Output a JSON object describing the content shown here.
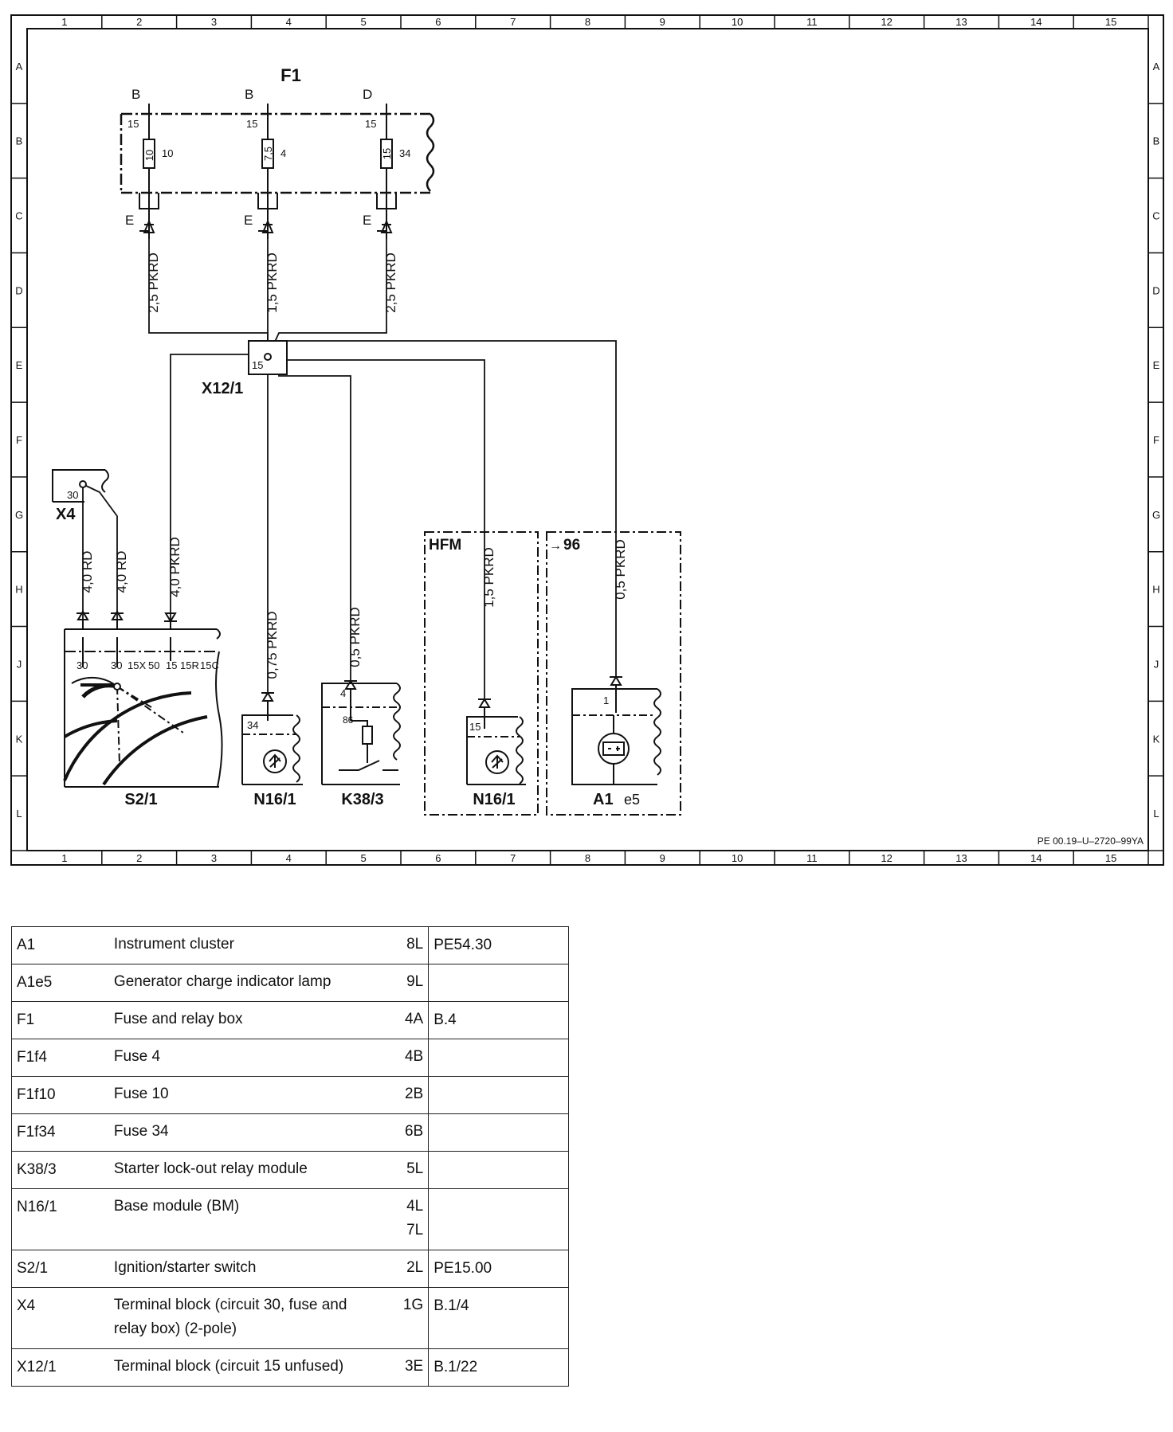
{
  "grid": {
    "columns": [
      "1",
      "2",
      "3",
      "4",
      "5",
      "6",
      "7",
      "8",
      "9",
      "10",
      "11",
      "12",
      "13",
      "14",
      "15"
    ],
    "rows": [
      "A",
      "B",
      "C",
      "D",
      "E",
      "F",
      "G",
      "H",
      "J",
      "K",
      "L"
    ]
  },
  "drawing_number": "PE 00.19–U–2720–99YA",
  "components": {
    "F1": "F1",
    "X12_1": "X12/1",
    "X4": "X4",
    "S2_1": "S2/1",
    "N16_1_a": "N16/1",
    "K38_3": "K38/3",
    "N16_1_b": "N16/1",
    "A1": "A1",
    "e5": "e5",
    "HFM": "HFM",
    "ref96": "96"
  },
  "fuses": [
    {
      "conn": "B",
      "term": "15",
      "value": "10",
      "num": "10",
      "out": "E"
    },
    {
      "conn": "B",
      "term": "15",
      "value": "7,5",
      "num": "4",
      "out": "E"
    },
    {
      "conn": "D",
      "term": "15",
      "value": "15",
      "num": "34",
      "out": "E"
    }
  ],
  "wires": {
    "w1": "2,5 PKRD",
    "w2": "1,5 PKRD",
    "w3": "2,5 PKRD",
    "w4": "4,0 RD",
    "w5": "4,0 RD",
    "w6": "4,0 PKRD",
    "w7": "0,75 PKRD",
    "w8": "0,5 PKRD",
    "w9": "1,5 PKRD",
    "w10": "0,5 PKRD"
  },
  "terminals": {
    "x12": "15",
    "x4": "30",
    "s21": [
      "30",
      "30",
      "15X",
      "50",
      "15",
      "15R",
      "15C"
    ],
    "n161a": "34",
    "k383_top": "4",
    "k383_86": "86",
    "n161b": "15",
    "a1": "1"
  },
  "legend": [
    {
      "code": "A1",
      "desc": "Instrument cluster",
      "loc": [
        "8L"
      ],
      "ref": "PE54.30"
    },
    {
      "code": "A1e5",
      "desc": "Generator charge indicator lamp",
      "loc": [
        "9L"
      ],
      "ref": ""
    },
    {
      "code": "F1",
      "desc": "Fuse and relay box",
      "loc": [
        "4A"
      ],
      "ref": "B.4"
    },
    {
      "code": "F1f4",
      "desc": "Fuse 4",
      "loc": [
        "4B"
      ],
      "ref": ""
    },
    {
      "code": "F1f10",
      "desc": "Fuse 10",
      "loc": [
        "2B"
      ],
      "ref": ""
    },
    {
      "code": "F1f34",
      "desc": "Fuse 34",
      "loc": [
        "6B"
      ],
      "ref": ""
    },
    {
      "code": "K38/3",
      "desc": "Starter lock-out relay module",
      "loc": [
        "5L"
      ],
      "ref": ""
    },
    {
      "code": "N16/1",
      "desc": "Base module (BM)",
      "loc": [
        "4L",
        "7L"
      ],
      "ref": ""
    },
    {
      "code": "S2/1",
      "desc": "Ignition/starter switch",
      "loc": [
        "2L"
      ],
      "ref": "PE15.00"
    },
    {
      "code": "X4",
      "desc": "Terminal block (circuit 30, fuse and relay box) (2-pole)",
      "loc": [
        "1G"
      ],
      "ref": "B.1/4"
    },
    {
      "code": "X12/1",
      "desc": "Terminal block (circuit 15 unfused)",
      "loc": [
        "3E"
      ],
      "ref": "B.1/22"
    }
  ]
}
